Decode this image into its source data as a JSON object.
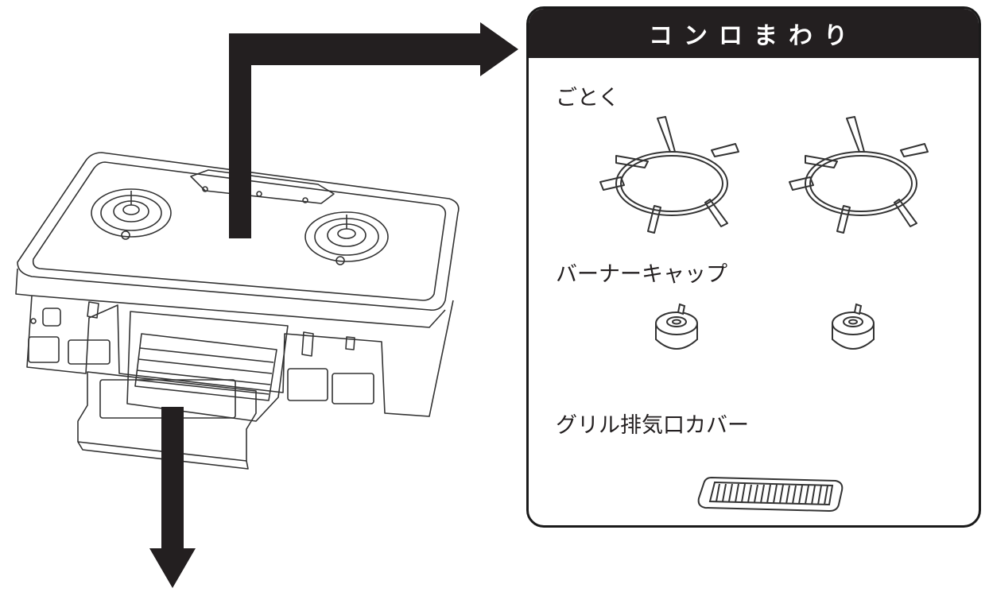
{
  "panel": {
    "title": "コンロまわり",
    "parts": [
      {
        "label": "ごとく",
        "icon": "burner-grate-icon",
        "count": 2
      },
      {
        "label": "バーナーキャップ",
        "icon": "burner-cap-icon",
        "count": 2
      },
      {
        "label": "グリル排気口カバー",
        "icon": "grill-vent-cover-icon",
        "count": 1
      }
    ]
  },
  "colors": {
    "ink": "#231f20",
    "header_bg": "#231f20",
    "header_text": "#ffffff",
    "line": "#333333"
  }
}
